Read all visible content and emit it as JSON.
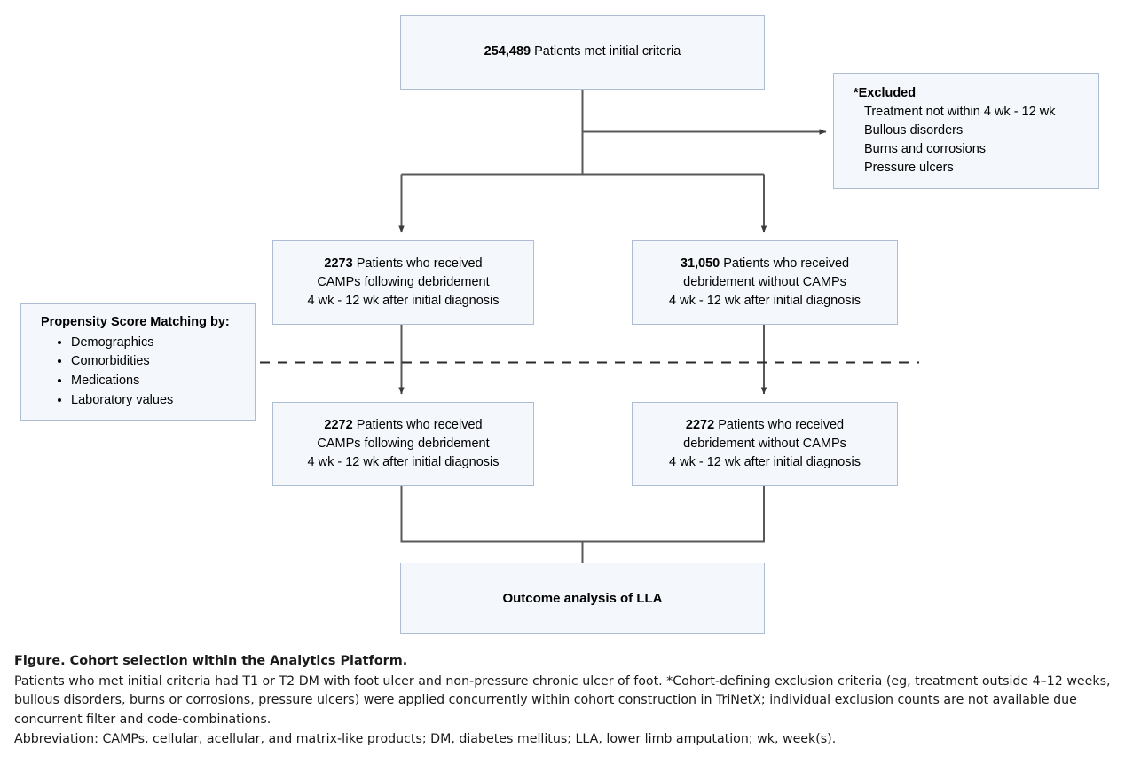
{
  "diagram": {
    "type": "flowchart",
    "nodes": {
      "initial": {
        "count": "254,489",
        "text": " Patients met initial criteria"
      },
      "excluded": {
        "title": "*Excluded",
        "items": [
          "Treatment not within 4 wk - 12 wk",
          "Bullous disorders",
          "Burns and corrosions",
          "Pressure ulcers"
        ]
      },
      "camps": {
        "count": "2273",
        "line1": " Patients who received",
        "line2": "CAMPs following debridement",
        "line3": "4 wk - 12 wk after initial diagnosis"
      },
      "no_camps": {
        "count": "31,050",
        "line1": " Patients who received",
        "line2": "debridement without CAMPs",
        "line3": "4 wk - 12 wk after initial diagnosis"
      },
      "propensity": {
        "title": "Propensity Score Matching by:",
        "items": [
          "Demographics",
          "Comorbidities",
          "Medications",
          "Laboratory values"
        ]
      },
      "camps_matched": {
        "count": "2272",
        "line1": " Patients who received",
        "line2": "CAMPs following debridement",
        "line3": "4 wk - 12 wk after initial diagnosis"
      },
      "no_camps_matched": {
        "count": "2272",
        "line1": " Patients who received",
        "line2": "debridement without CAMPs",
        "line3": "4 wk - 12 wk after initial diagnosis"
      },
      "outcome": {
        "text": "Outcome analysis of LLA"
      }
    },
    "colors": {
      "node_fill": "#f4f7fb",
      "node_border": "#aebdd4",
      "connector": "#58585a",
      "text": "#000000",
      "background": "#ffffff"
    }
  },
  "caption": {
    "title": "Figure. Cohort selection within the Analytics Platform.",
    "body": "Patients who met initial criteria had T1 or T2 DM with foot ulcer and non-pressure chronic ulcer of foot. *Cohort-defining exclusion criteria (eg, treatment outside 4–12 weeks, bullous disorders, burns or corrosions, pressure ulcers) were applied concurrently within cohort construction in TriNetX; individual exclusion counts are not available due concurrent filter and code-combinations.",
    "abbreviations": "Abbreviation: CAMPs, cellular, acellular, and matrix-like products; DM, diabetes mellitus; LLA, lower limb amputation; wk, week(s)."
  }
}
